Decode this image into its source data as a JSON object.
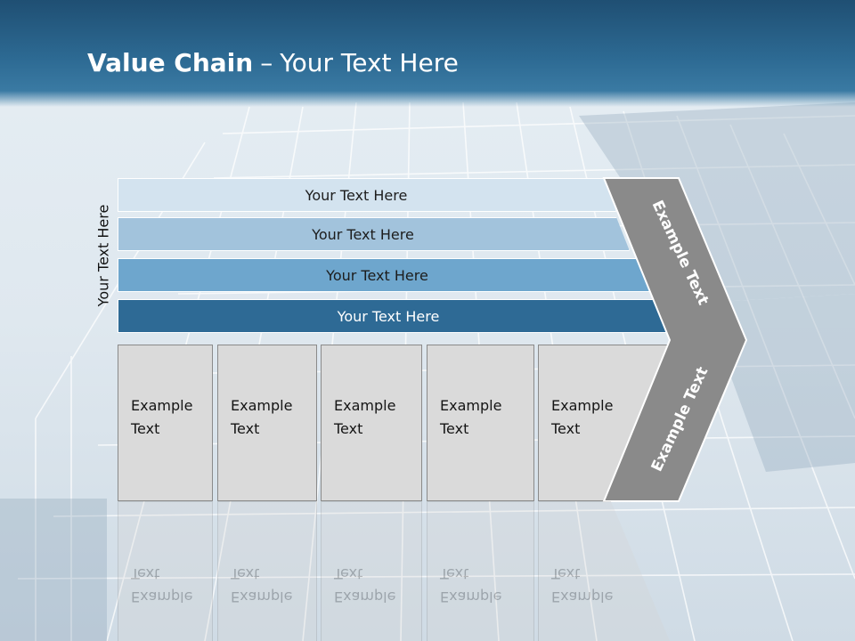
{
  "title": {
    "bold": "Value Chain",
    "dash": "–",
    "rest": "Your Text Here"
  },
  "side_label": "Your Text Here",
  "bars": [
    "Your Text Here",
    "Your Text Here",
    "Your Text Here",
    "Your Text Here"
  ],
  "boxes": [
    {
      "line1": "Example",
      "line2": "Text"
    },
    {
      "line1": "Example",
      "line2": "Text"
    },
    {
      "line1": "Example",
      "line2": "Text"
    },
    {
      "line1": "Example",
      "line2": "Text"
    },
    {
      "line1": "Example",
      "line2": "Text"
    }
  ],
  "chevron": {
    "top_text": "Example Text",
    "bottom_text": "Example Text"
  },
  "colors": {
    "header": "#2d6a93",
    "bar1": "#d3e3ef",
    "bar2": "#a2c3dc",
    "bar3": "#6ea6cd",
    "bar4": "#2e6a95",
    "box": "#dadada",
    "chevron": "#8a8a8a"
  }
}
